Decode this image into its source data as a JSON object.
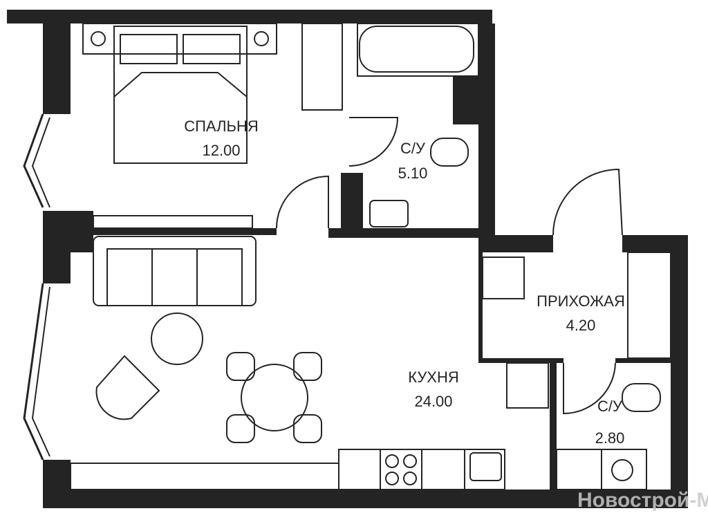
{
  "rooms": {
    "bedroom": {
      "name": "СПАЛЬНЯ",
      "area": "12.00"
    },
    "bathroom": {
      "name": "С/У",
      "area": "5.10"
    },
    "hallway": {
      "name": "ПРИХОЖАЯ",
      "area": "4.20"
    },
    "kitchen": {
      "name": "КУХНЯ",
      "area": "24.00"
    },
    "wc": {
      "name": "С/У",
      "area": "2.80"
    }
  },
  "watermark": "Новострой-М",
  "colors": {
    "wall": "#242424",
    "background": "#ffffff"
  }
}
